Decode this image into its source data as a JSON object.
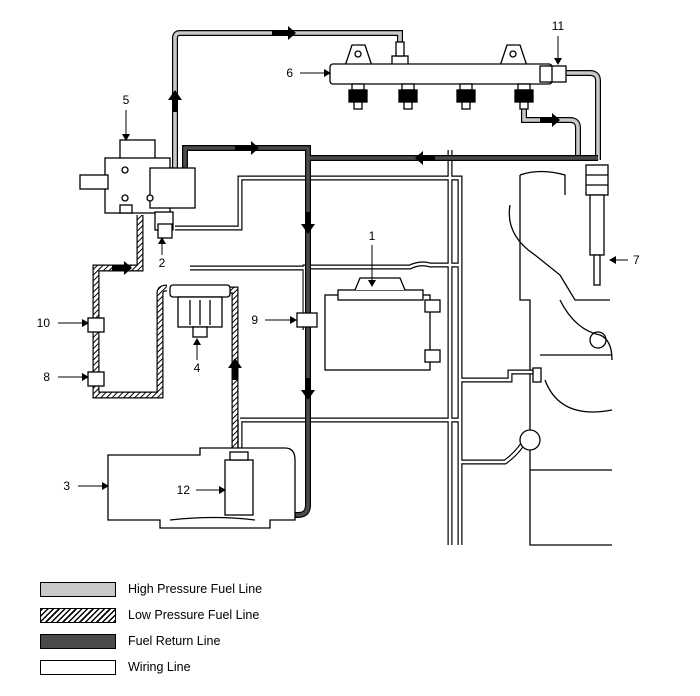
{
  "callouts": {
    "c1": "1",
    "c2": "2",
    "c3": "3",
    "c4": "4",
    "c5": "5",
    "c6": "6",
    "c7": "7",
    "c8": "8",
    "c9": "9",
    "c10": "10",
    "c11": "11",
    "c12": "12"
  },
  "legend": [
    {
      "label": "High Pressure Fuel Line",
      "style": "high"
    },
    {
      "label": "Low Pressure Fuel Line",
      "style": "low"
    },
    {
      "label": "Fuel Return Line",
      "style": "return"
    },
    {
      "label": "Wiring Line",
      "style": "wiring"
    }
  ],
  "colors": {
    "high": "#c9c9c9",
    "return": "#4a4a4a",
    "line": "#000000"
  }
}
